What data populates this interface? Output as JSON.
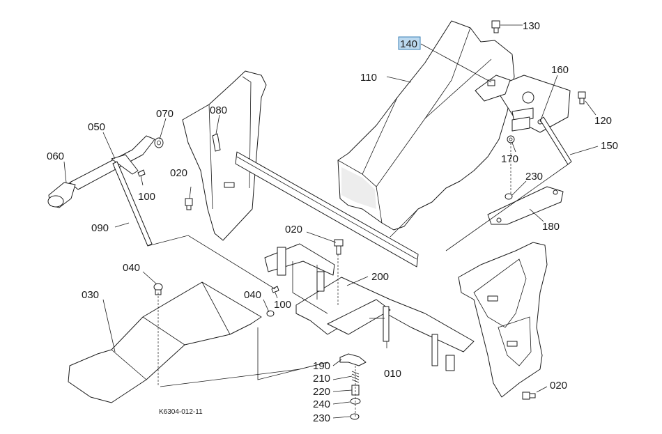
{
  "labels": {
    "p010": "010",
    "p020a": "020",
    "p020b": "020",
    "p020c": "020",
    "p030": "030",
    "p040a": "040",
    "p040b": "040",
    "p050": "050",
    "p060": "060",
    "p070": "070",
    "p080": "080",
    "p090": "090",
    "p100a": "100",
    "p100b": "100",
    "p110": "110",
    "p120": "120",
    "p130": "130",
    "p140": "140",
    "p150": "150",
    "p160": "160",
    "p170": "170",
    "p180": "180",
    "p190": "190",
    "p200": "200",
    "p210": "210",
    "p220": "220",
    "p230a": "230",
    "p230b": "230",
    "p240": "240"
  },
  "drawing_code": "K6304-012-11",
  "highlight_color": "#bcd9ef"
}
